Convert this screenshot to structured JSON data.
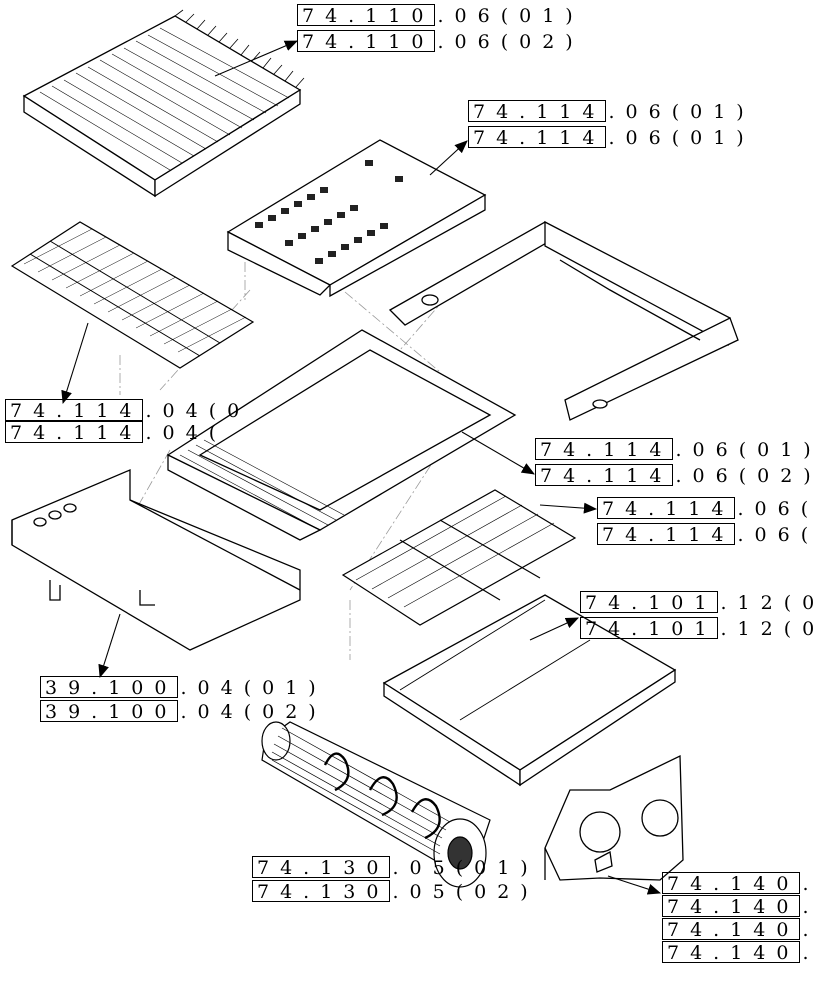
{
  "diagram": {
    "references": [
      {
        "id": "grain-pan-1a",
        "code": "74.110",
        "suffix": ".06(01)"
      },
      {
        "id": "grain-pan-1b",
        "code": "74.110",
        "suffix": ".06(02)"
      },
      {
        "id": "pan-2a",
        "code": "74.114",
        "suffix": ".06(01)"
      },
      {
        "id": "pan-2b",
        "code": "74.114",
        "suffix": ".06(01)"
      },
      {
        "id": "sieve-3a",
        "code": "74.114",
        "suffix": ".04(0"
      },
      {
        "id": "sieve-3b",
        "code": "74.114",
        "suffix": ".04("
      },
      {
        "id": "frame-4a",
        "code": "74.114",
        "suffix": ".06(01)"
      },
      {
        "id": "frame-4b",
        "code": "74.114",
        "suffix": ".06(02)"
      },
      {
        "id": "sieve-5a",
        "code": "74.114",
        "suffix": ".06("
      },
      {
        "id": "sieve-5b",
        "code": "74.114",
        "suffix": ".06("
      },
      {
        "id": "pan-6a",
        "code": "74.101",
        "suffix": ".12(0"
      },
      {
        "id": "pan-6b",
        "code": "74.101",
        "suffix": ".12(0"
      },
      {
        "id": "chassis-7a",
        "code": "39.100",
        "suffix": ".04(01)"
      },
      {
        "id": "chassis-7b",
        "code": "39.100",
        "suffix": ".04(02)"
      },
      {
        "id": "fan-8a",
        "code": "74.130",
        "suffix": ".05(01)"
      },
      {
        "id": "fan-8b",
        "code": "74.130",
        "suffix": ".05(02)"
      },
      {
        "id": "cover-9a",
        "code": "74.140",
        "suffix": "."
      },
      {
        "id": "cover-9b",
        "code": "74.140",
        "suffix": "."
      },
      {
        "id": "cover-9c",
        "code": "74.140",
        "suffix": "."
      },
      {
        "id": "cover-9d",
        "code": "74.140",
        "suffix": "."
      }
    ]
  }
}
